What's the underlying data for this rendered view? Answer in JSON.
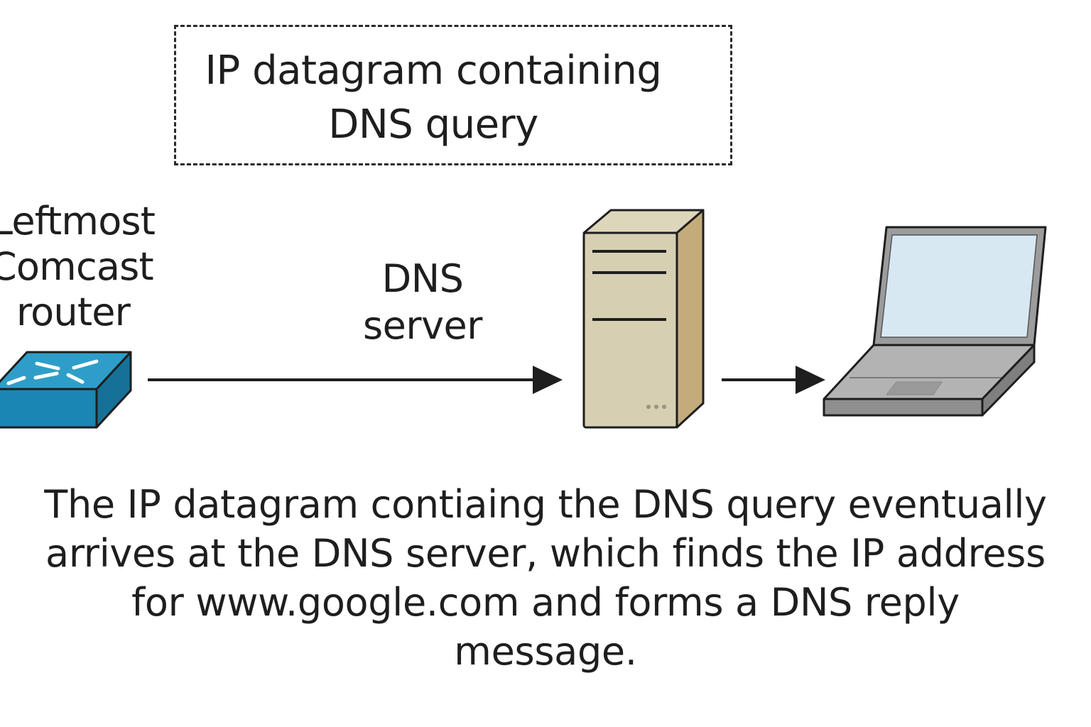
{
  "datagram": {
    "line1": "IP datagram containing",
    "line2": "DNS query"
  },
  "router": {
    "line1": "Leftmost",
    "line2": "Comcast",
    "line3": "router"
  },
  "dns_server": {
    "line1": "DNS",
    "line2": "server"
  },
  "caption": {
    "line1": "The IP datagram contiaing the DNS query eventually",
    "line2": "arrives at the DNS server, which finds the IP address",
    "line3": "for www.google.com and forms a DNS reply",
    "line4": "message."
  },
  "colors": {
    "router_top": "#2e9ec8",
    "router_side": "#1a7aa3",
    "server_front": "#d6cfb2",
    "server_side": "#c3ab7c",
    "laptop_body": "#a3a3a3",
    "laptop_screen": "#d7e8f3",
    "stroke": "#1e1e1e"
  }
}
